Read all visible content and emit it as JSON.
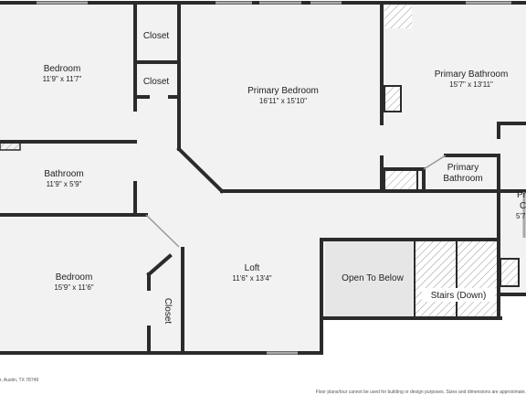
{
  "colors": {
    "floor": "#f2f2f2",
    "wall": "#2b2b2b",
    "open_area": "#e6e6e6",
    "window": "#a8a8a8",
    "background": "#ffffff"
  },
  "rooms": {
    "bedroom_1": {
      "name": "Bedroom",
      "dims": "11'9\" x 11'7\""
    },
    "closet_1": {
      "name": "Closet"
    },
    "closet_2": {
      "name": "Closet"
    },
    "primary_bedroom": {
      "name": "Primary Bedroom",
      "dims": "16'11\" x 15'10\""
    },
    "primary_bathroom": {
      "name": "Primary Bathroom",
      "dims": "15'7\" x 13'11\""
    },
    "bathroom": {
      "name": "Bathroom",
      "dims": "11'9\" x 5'9\""
    },
    "primary_closet_label": {
      "line1": "Primary",
      "line2": "Bathroom"
    },
    "partial_room": {
      "line1": "Pr",
      "line2": "C",
      "line3": "5'7"
    },
    "bedroom_2": {
      "name": "Bedroom",
      "dims": "15'9\" x 11'6\""
    },
    "closet_3": {
      "name": "Closet"
    },
    "loft": {
      "name": "Loft",
      "dims": "11'6\" x 13'4\""
    },
    "open_to_below": {
      "name": "Open To Below"
    },
    "stairs": {
      "name": "Stairs (Down)"
    }
  },
  "footer": {
    "address": "r, Austin, TX 78749",
    "disclaimer": "Floor plans/tour cannot be used for building or design purposes. Sizes and dimensions are approximate."
  }
}
